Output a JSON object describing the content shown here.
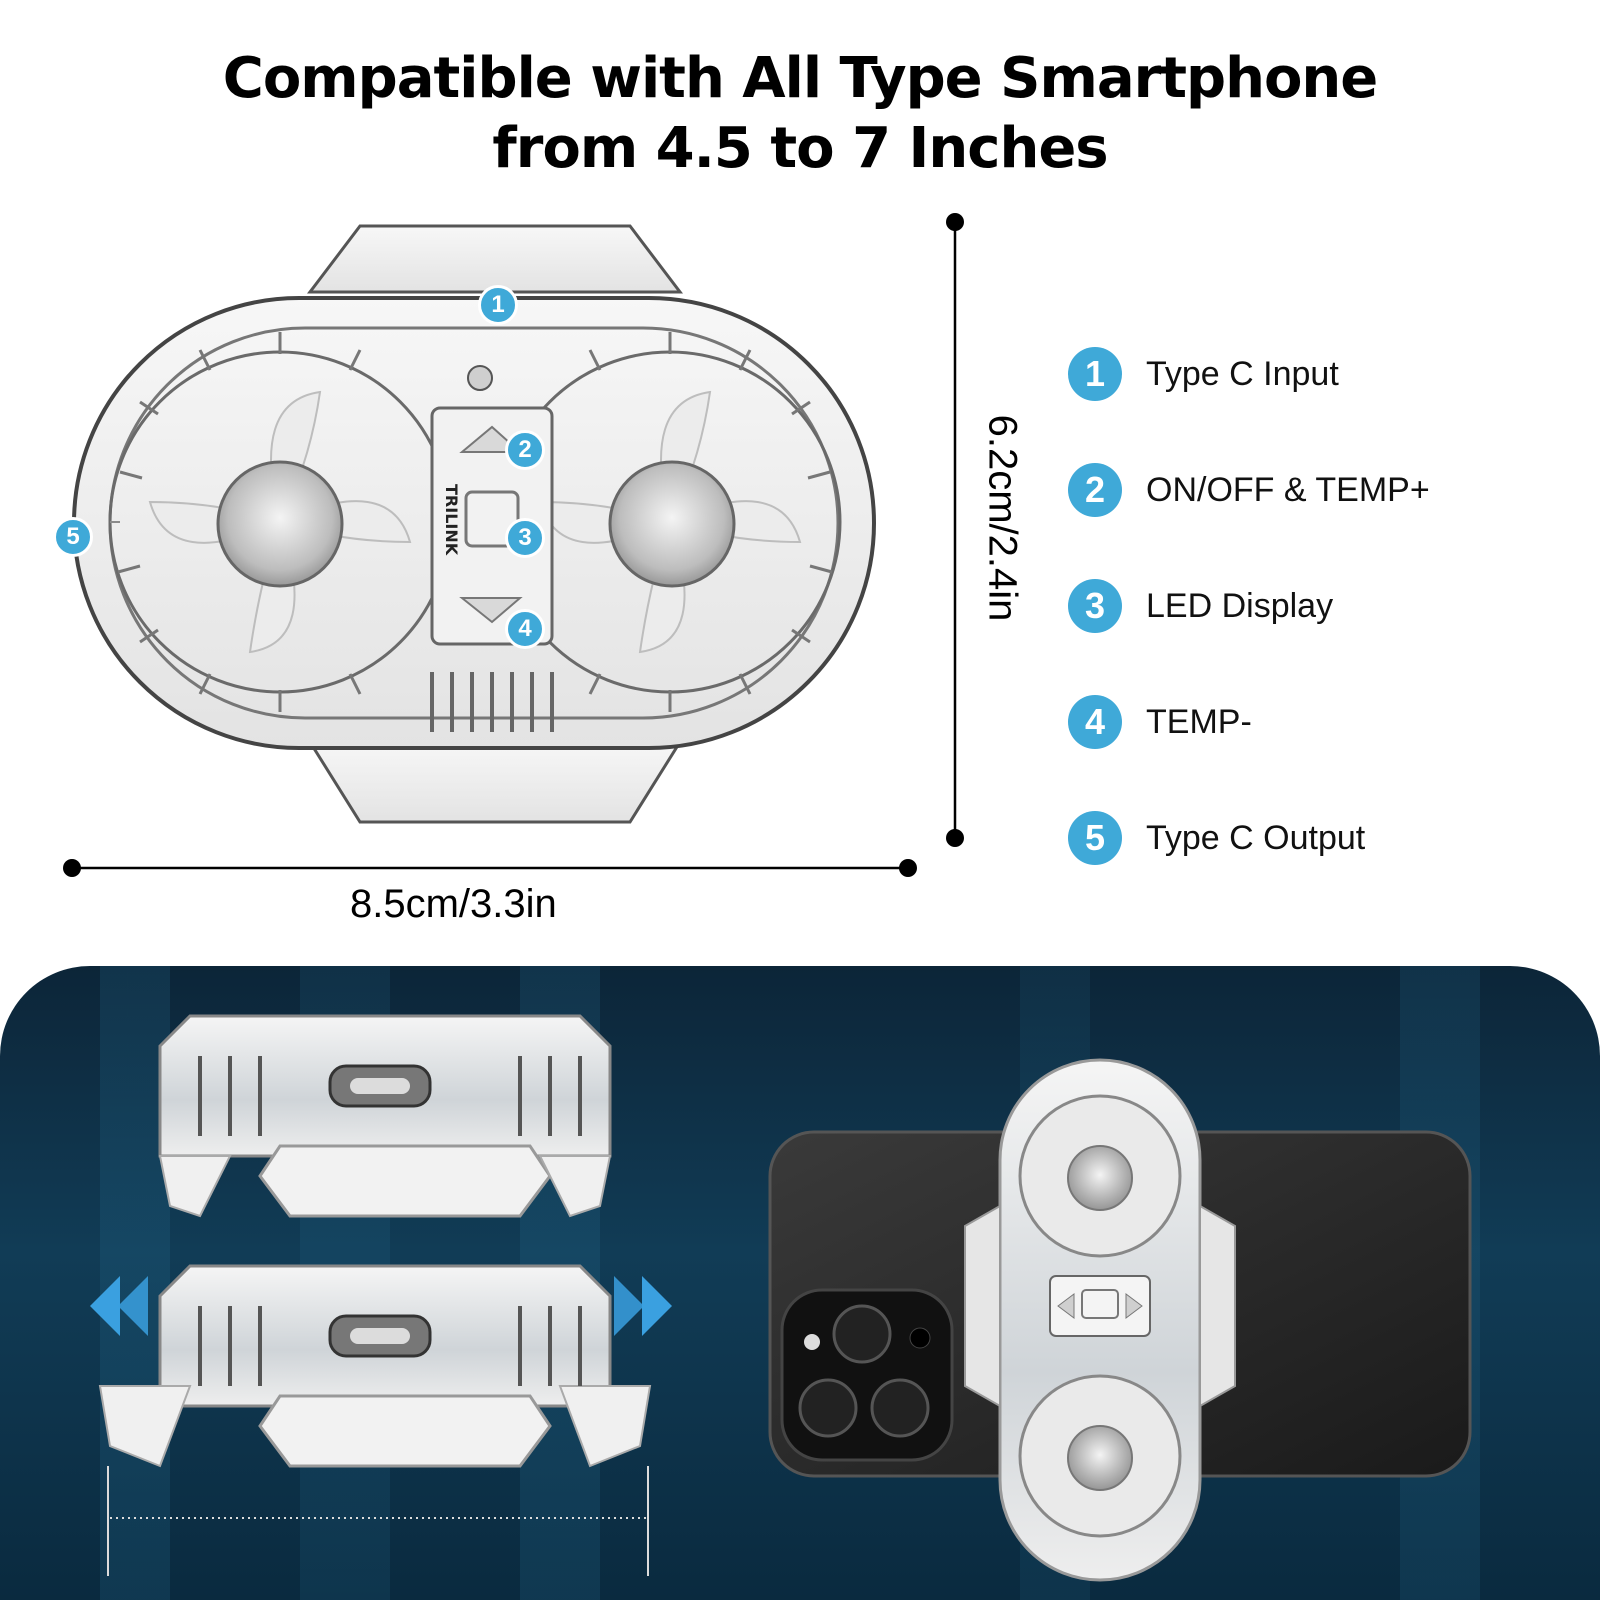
{
  "title": {
    "line1": "Compatible with All Type Smartphone",
    "line2": "from 4.5 to 7 Inches"
  },
  "dimensions": {
    "width": "8.5cm/3.3in",
    "height": "6.2cm/2.4in"
  },
  "product": {
    "brand_mark": "TRILINK",
    "callouts": [
      "1",
      "2",
      "3",
      "4",
      "5"
    ]
  },
  "legend": [
    {
      "number": "1",
      "label": "Type C Input"
    },
    {
      "number": "2",
      "label": "ON/OFF & TEMP+"
    },
    {
      "number": "3",
      "label": "LED Display"
    },
    {
      "number": "4",
      "label": "TEMP-"
    },
    {
      "number": "5",
      "label": "Type C Output"
    }
  ],
  "colors": {
    "badge": "#3fa9d8",
    "panel_dark": "#0c2538",
    "arrow": "#3aa0e0"
  },
  "icons": [
    "double-chevron-left-icon",
    "double-chevron-right-icon"
  ]
}
